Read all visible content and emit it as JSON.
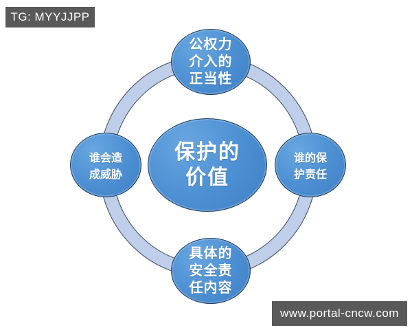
{
  "watermarks": {
    "top_left": "TG: MYYJJPP",
    "bottom_right": "www.portal-cncw.com"
  },
  "diagram": {
    "type": "radial-cycle",
    "center": {
      "label": "保护的\n价值"
    },
    "nodes": [
      {
        "id": "top",
        "label": "公权力\n介入的\n正当性"
      },
      {
        "id": "right",
        "label": "谁的保\n护责任"
      },
      {
        "id": "bottom",
        "label": "具体的\n安全责\n任内容"
      },
      {
        "id": "left",
        "label": "谁会造\n成威胁"
      }
    ],
    "colors": {
      "node_fill": "#4b8ed2",
      "node_fill_light": "#68a6e0",
      "node_fill_dark": "#4080c3",
      "node_border": "#203d5a",
      "node_text": "#ffffff",
      "ring_fill": "#bfcfe9",
      "ring_edge": "#35465f",
      "label_bg": "#595959",
      "label_text": "#ffffff",
      "page_bg": "#ffffff"
    }
  }
}
